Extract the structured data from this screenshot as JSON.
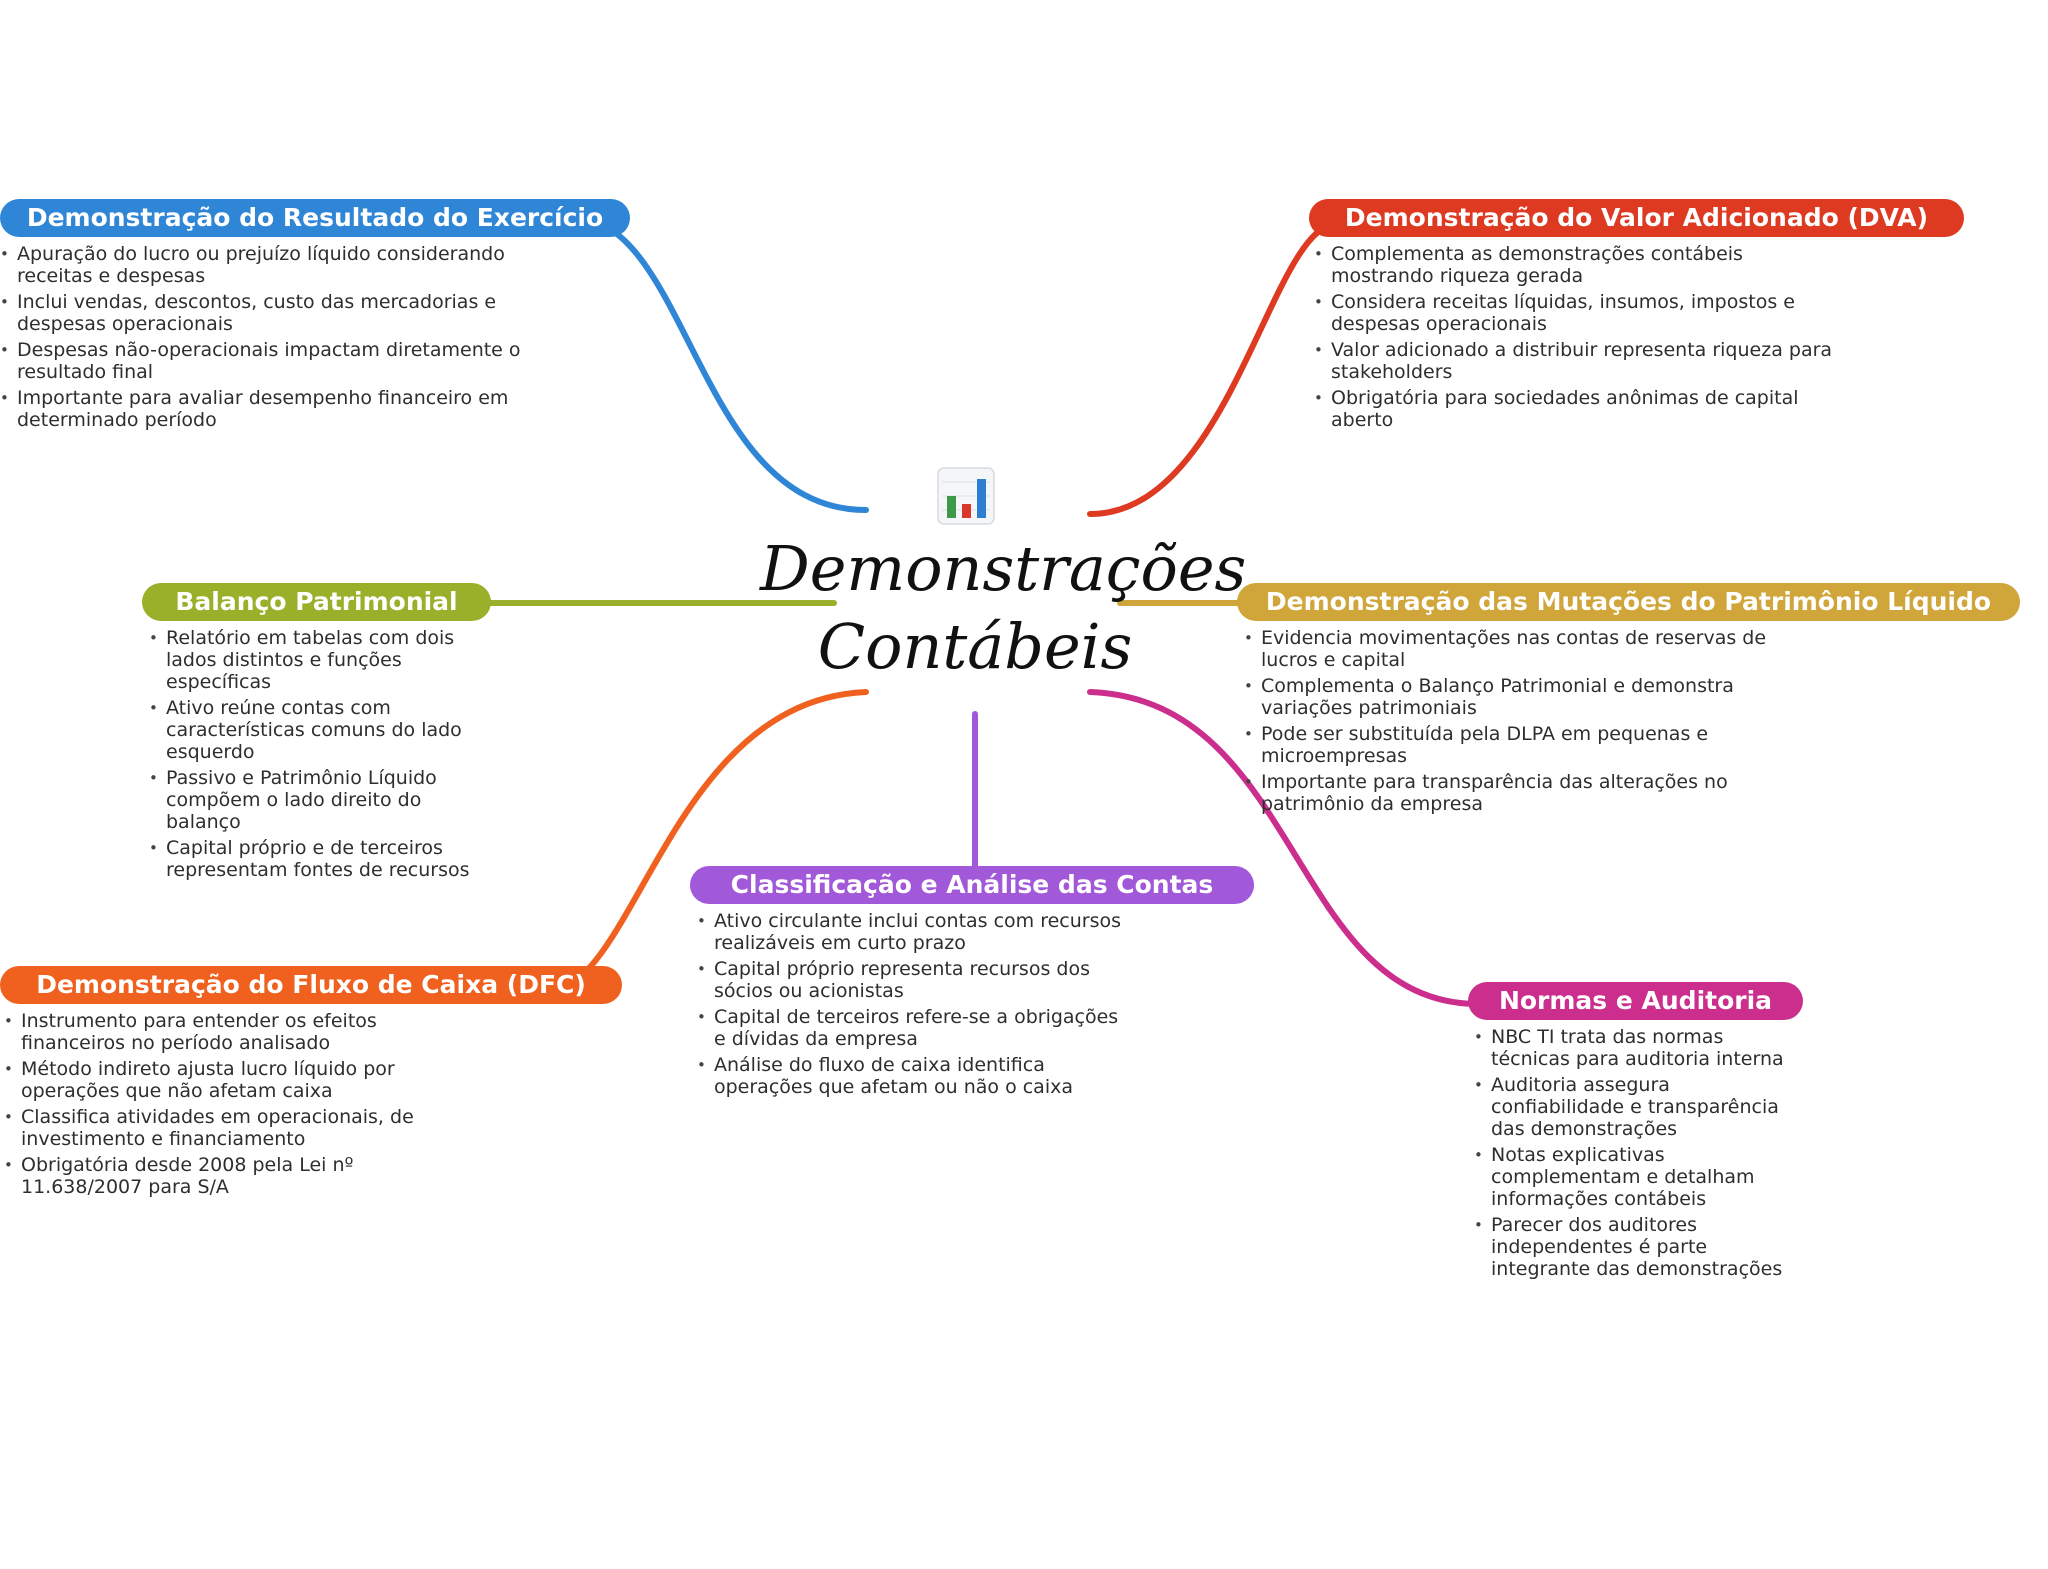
{
  "colors": {
    "dre": "#2f86d6",
    "dva": "#de3a22",
    "balanco": "#9ab02a",
    "dmpl": "#d0a539",
    "dfc": "#f06120",
    "classificacao": "#a259d9",
    "normas": "#cb2e8c"
  },
  "center": {
    "icon": "bar-chart-icon",
    "title_line1": "Demonstrações",
    "title_line2": "Contábeis"
  },
  "branches": {
    "dre": {
      "title": "Demonstração do Resultado do Exercício",
      "items": [
        "Apuração do lucro ou prejuízo líquido considerando receitas e despesas",
        "Inclui vendas, descontos, custo das mercadorias e despesas operacionais",
        "Despesas não-operacionais impactam diretamente o resultado final",
        "Importante para avaliar desempenho financeiro em determinado período"
      ]
    },
    "dva": {
      "title": "Demonstração do Valor Adicionado (DVA)",
      "items": [
        "Complementa as demonstrações contábeis mostrando riqueza gerada",
        "Considera receitas líquidas, insumos, impostos e despesas operacionais",
        "Valor adicionado a distribuir representa riqueza para stakeholders",
        "Obrigatória para sociedades anônimas de capital aberto"
      ]
    },
    "balanco": {
      "title": "Balanço Patrimonial",
      "items": [
        "Relatório em tabelas com dois lados distintos e funções específicas",
        "Ativo reúne contas com características comuns do lado esquerdo",
        "Passivo e Patrimônio Líquido compõem o lado direito do balanço",
        "Capital próprio e de terceiros representam fontes de recursos"
      ]
    },
    "dmpl": {
      "title": "Demonstração das Mutações do Patrimônio Líquido",
      "items": [
        "Evidencia movimentações nas contas de reservas de lucros e capital",
        "Complementa o Balanço Patrimonial e demonstra variações patrimoniais",
        "Pode ser substituída pela DLPA em pequenas e microempresas",
        "Importante para transparência das alterações no patrimônio da empresa"
      ]
    },
    "dfc": {
      "title": "Demonstração do Fluxo de Caixa (DFC)",
      "items": [
        "Instrumento para entender os efeitos financeiros no período analisado",
        "Método indireto ajusta lucro líquido por operações que não afetam caixa",
        "Classifica atividades em operacionais, de investimento e financiamento",
        "Obrigatória desde 2008 pela Lei nº 11.638/2007 para S/A"
      ]
    },
    "classificacao": {
      "title": "Classificação e Análise das Contas",
      "items": [
        "Ativo circulante inclui contas com recursos realizáveis em curto prazo",
        "Capital próprio representa recursos dos sócios ou acionistas",
        "Capital de terceiros refere-se a obrigações e dívidas da empresa",
        "Análise do fluxo de caixa identifica operações que afetam ou não o caixa"
      ]
    },
    "normas": {
      "title": "Normas e Auditoria",
      "items": [
        "NBC TI trata das normas técnicas para auditoria interna",
        "Auditoria assegura confiabilidade e transparência das demonstrações",
        "Notas explicativas complementam e detalham informações contábeis",
        "Parecer dos auditores independentes é parte integrante das demonstrações"
      ]
    }
  }
}
